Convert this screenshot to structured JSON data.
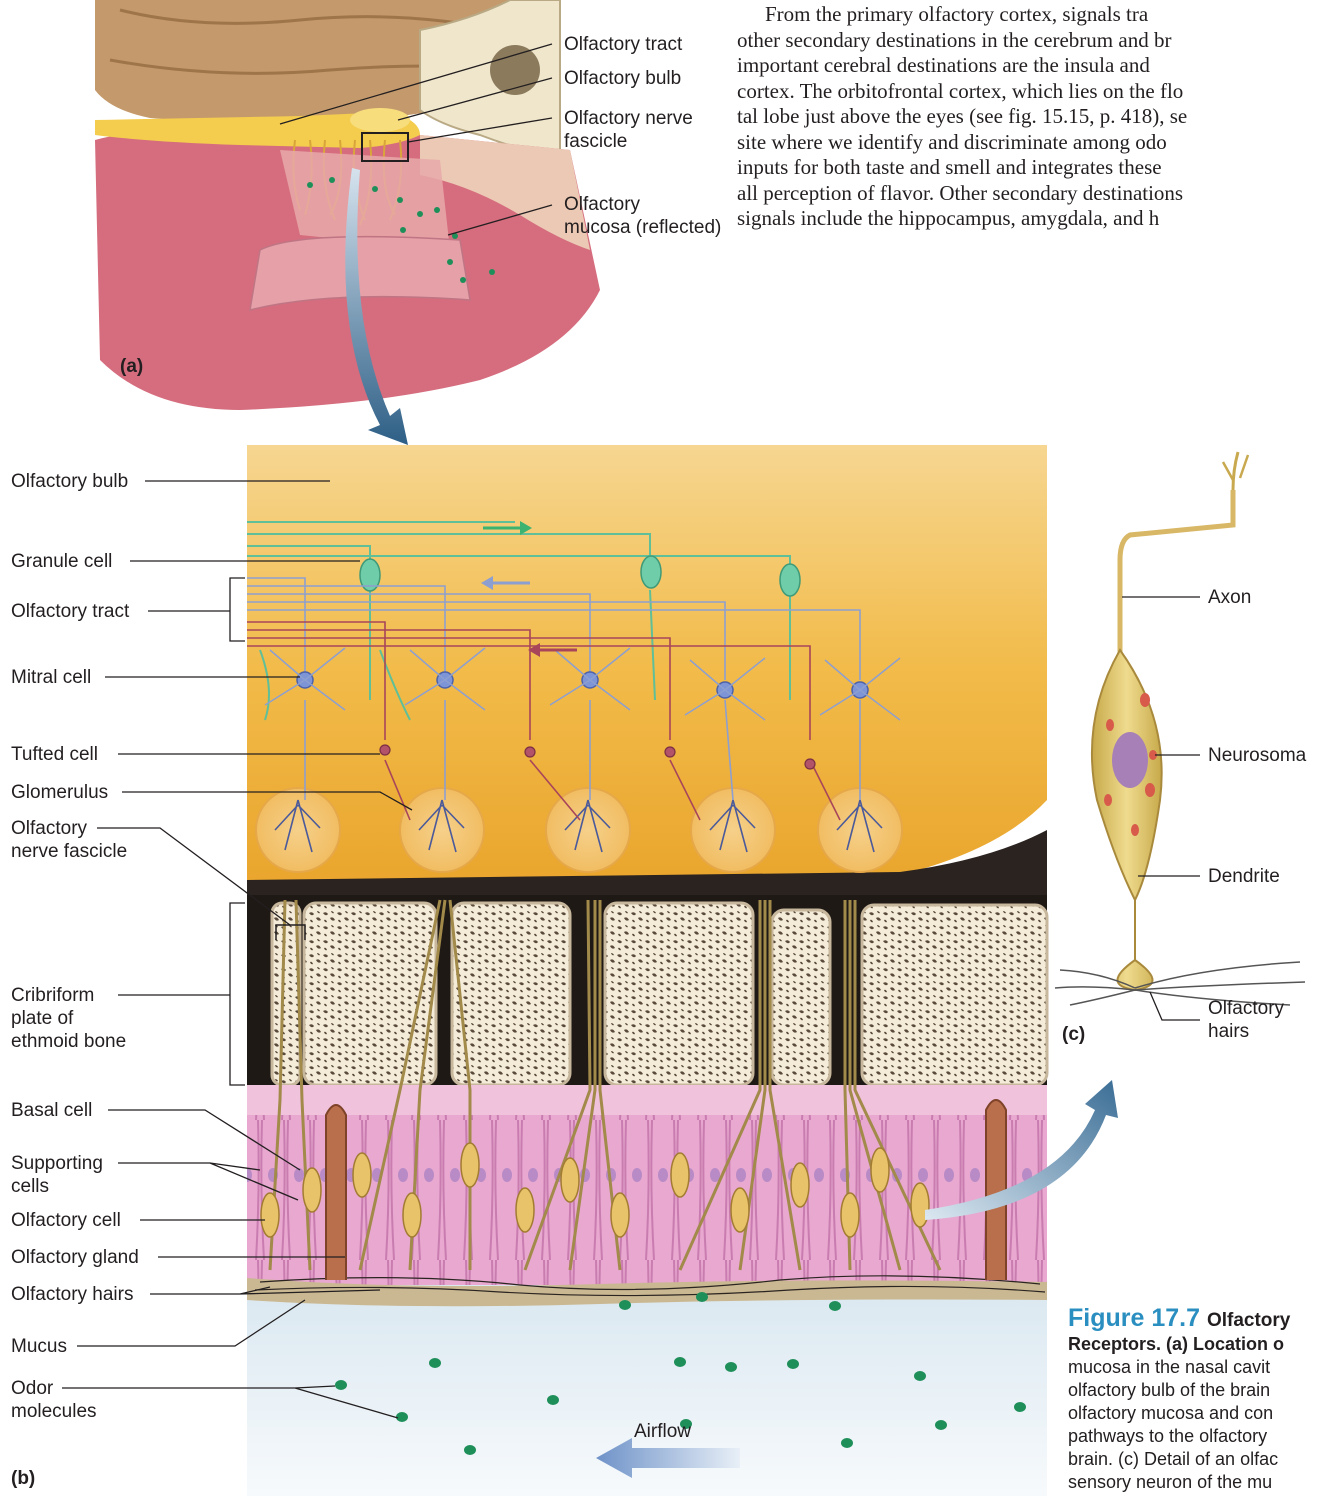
{
  "body_text": {
    "lines": [
      "From the primary olfactory cortex, signals tra",
      "other secondary destinations in the cerebrum and br",
      "important cerebral destinations are the insula and",
      "cortex. The orbitofrontal cortex, which lies on the flo",
      "tal lobe just above the eyes (see fig. 15.15, p. 418), se",
      "site where we identify and discriminate among odo",
      "inputs for both taste and smell and integrates these",
      "all perception of flavor. Other secondary destinations",
      "signals include the hippocampus, amygdala, and h"
    ]
  },
  "panel_a": {
    "tag": "(a)",
    "labels": {
      "olfactory_tract": "Olfactory tract",
      "olfactory_bulb": "Olfactory bulb",
      "nerve_fascicle_1": "Olfactory nerve",
      "nerve_fascicle_2": "fascicle",
      "mucosa_1": "Olfactory",
      "mucosa_2": "mucosa (reflected)"
    }
  },
  "panel_b": {
    "tag": "(b)",
    "labels": {
      "olfactory_bulb": "Olfactory bulb",
      "granule_cell": "Granule cell",
      "olfactory_tract": "Olfactory tract",
      "mitral_cell": "Mitral cell",
      "tufted_cell": "Tufted cell",
      "glomerulus": "Glomerulus",
      "fascicle_1": "Olfactory",
      "fascicle_2": "nerve fascicle",
      "cribriform_1": "Cribriform",
      "cribriform_2": "plate of",
      "cribriform_3": "ethmoid bone",
      "basal_cell": "Basal cell",
      "supporting_1": "Supporting",
      "supporting_2": "cells",
      "olfactory_cell": "Olfactory cell",
      "olfactory_gland": "Olfactory gland",
      "olfactory_hairs": "Olfactory hairs",
      "mucus": "Mucus",
      "odor_1": "Odor",
      "odor_2": "molecules",
      "airflow": "Airflow"
    }
  },
  "panel_c": {
    "tag": "(c)",
    "labels": {
      "axon": "Axon",
      "neurosoma": "Neurosoma",
      "dendrite": "Dendrite",
      "hairs_1": "Olfactory",
      "hairs_2": "hairs"
    }
  },
  "caption": {
    "number": "Figure 17.7",
    "title_word": "Olfactory",
    "lines": [
      "Receptors.  (a) Location o",
      "mucosa in the nasal cavit",
      "olfactory bulb of the brain",
      "olfactory mucosa and con",
      "pathways to the olfactory",
      "brain. (c) Detail of an olfac",
      "sensory neuron of the mu"
    ]
  },
  "colors": {
    "bulb": "#f2b63c",
    "tract_green": "#5fbf98",
    "tract_blue": "#8d9fd0",
    "tract_red": "#a8455a",
    "epithelium": "#e7a6cc",
    "bone": "#f3ead6",
    "mucus_sky": "#e6f0f6",
    "arrow_blue": "#2e5f86",
    "caption_blue": "#2a8fc0",
    "odor_green": "#1f8f5a"
  }
}
